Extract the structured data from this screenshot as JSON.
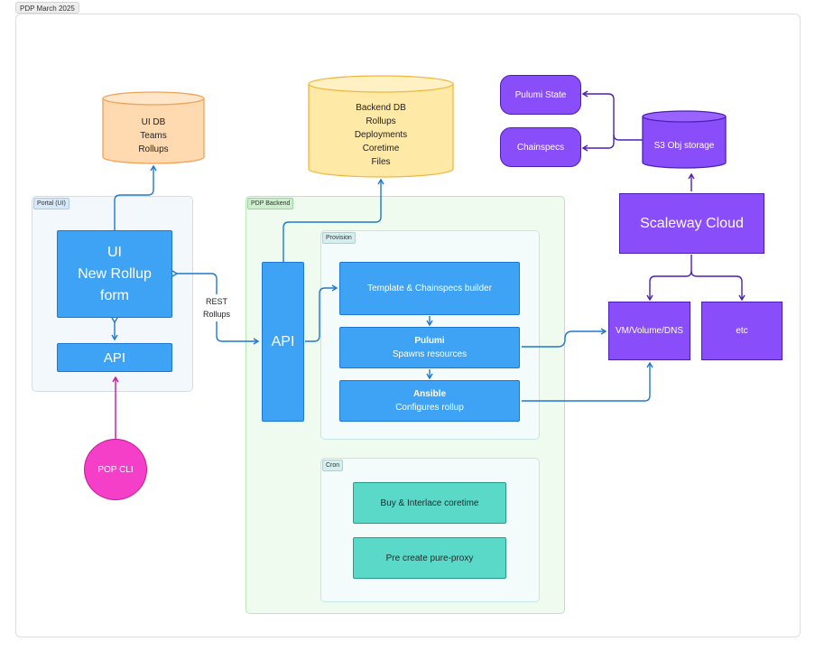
{
  "header": {
    "tag": "PDP March 2025"
  },
  "groups": {
    "portal": "Portal (UI)",
    "backend": "PDP Backend",
    "provision": "Provision",
    "cron": "Cron"
  },
  "databases": {
    "ui_db": [
      "UI DB",
      "Teams",
      "Rollups"
    ],
    "backend_db": [
      "Backend DB",
      "Rollups",
      "Deployments",
      "Coretime",
      "Files"
    ],
    "s3": "S3 Obj storage"
  },
  "portal": {
    "form_lines": [
      "UI",
      "New Rollup",
      "form"
    ],
    "api": "API"
  },
  "cli": "POP CLI",
  "rest_label": [
    "REST",
    "Rollups"
  ],
  "backend": {
    "api": "API",
    "template_builder": "Template & Chainspecs builder",
    "pulumi": [
      "Pulumi",
      "Spawns resources"
    ],
    "ansible": [
      "Ansible",
      "Configures rollup"
    ],
    "cron_coretime": "Buy & Interlace coretime",
    "cron_proxy": "Pre create pure-proxy"
  },
  "cloud": {
    "pulumi_state": "Pulumi State",
    "chainspecs": "Chainspecs",
    "scaleway": "Scaleway Cloud",
    "vm": "VM/Volume/DNS",
    "etc": "etc"
  },
  "colors": {
    "blue": "#3fa3f5",
    "blue_stroke": "#1f78cf",
    "purple": "#8a4dfa",
    "purple_stroke": "#4d1fb5",
    "teal": "#5ad8c8",
    "magenta": "#f53fc8",
    "orange_db": "#ffd9b0",
    "yellow_db": "#ffe9a6"
  }
}
